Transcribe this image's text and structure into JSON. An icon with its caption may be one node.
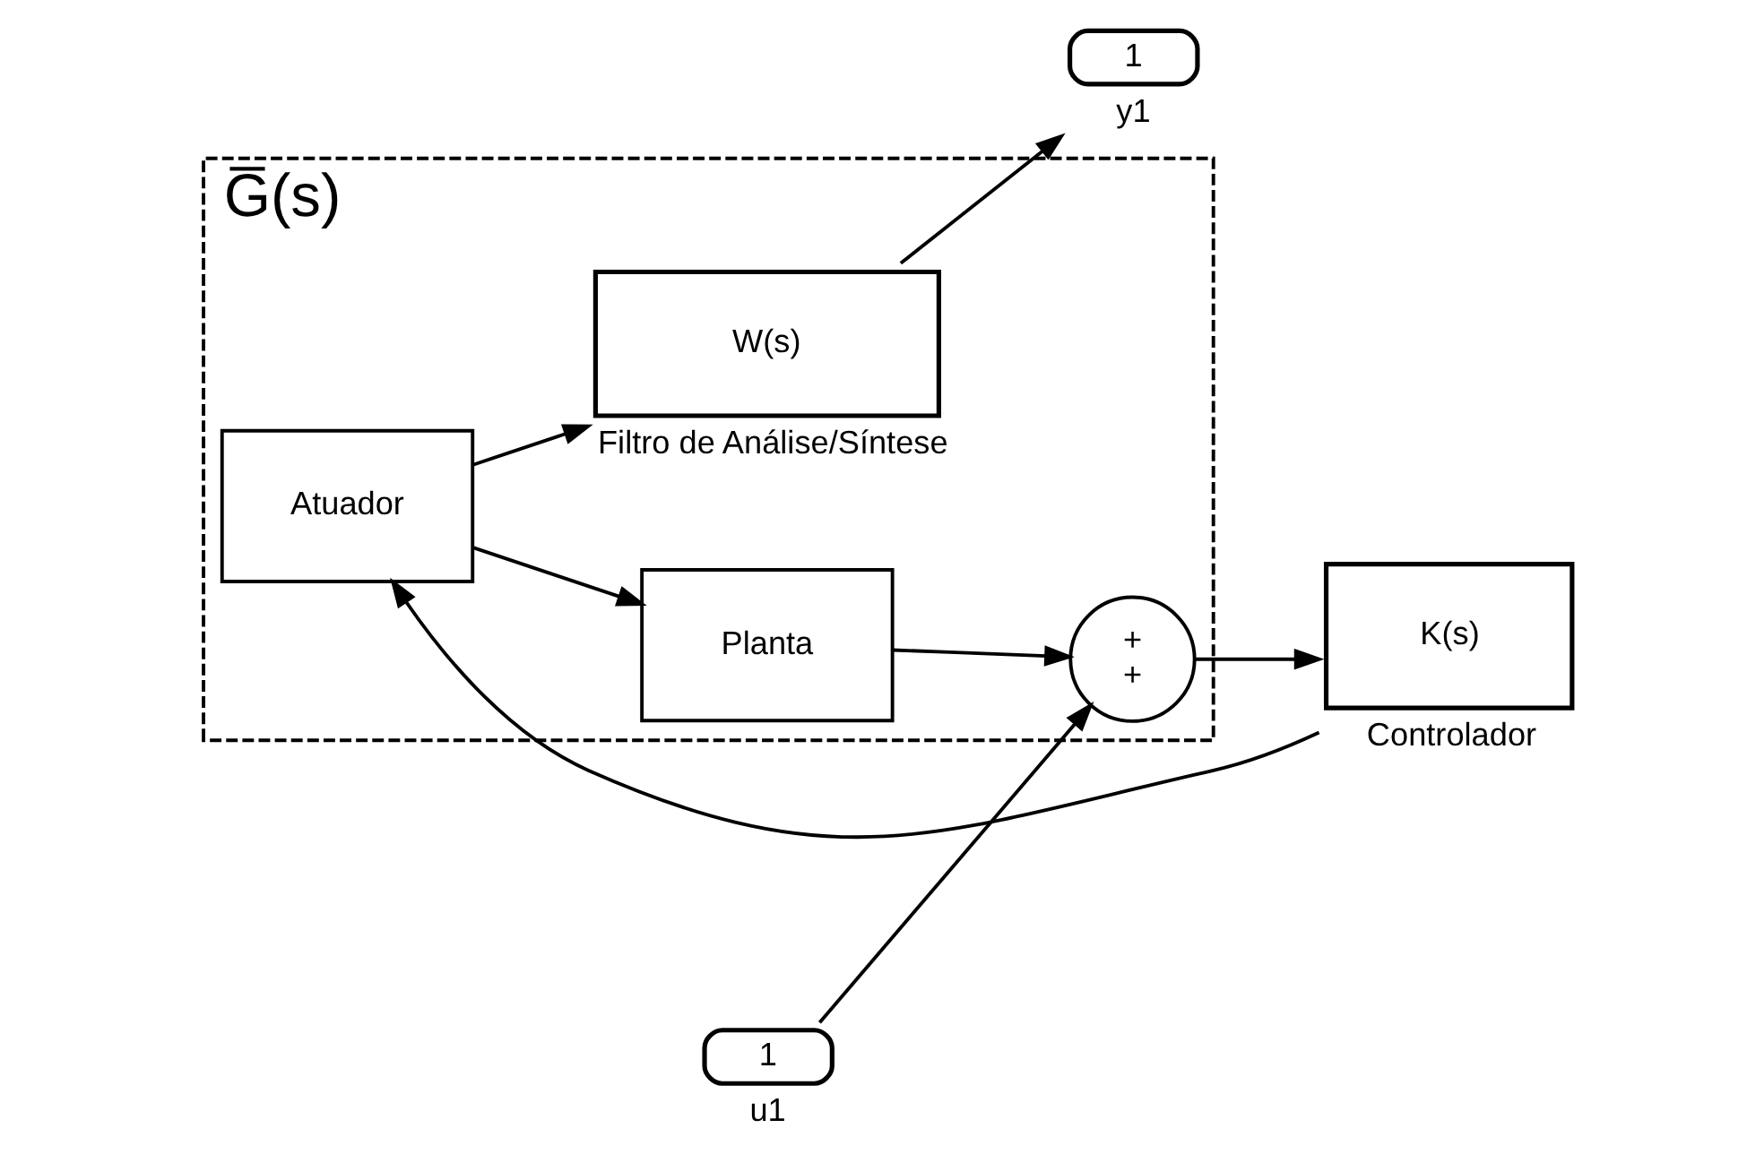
{
  "diagram": {
    "nodes": [
      {
        "text": [
          "G̅(s)"
        ]
      },
      {
        "text": [
          "Atuador"
        ],
        "in": 0
      },
      {
        "text": [
          "W(s)"
        ],
        "in": 0,
        "beside": [
          "Filtro de Análise/Síntese"
        ]
      },
      {
        "text": [
          "Planta"
        ],
        "in": 0
      },
      {
        "text": [
          "+",
          "+"
        ],
        "in": 0
      },
      {
        "text": [
          "1"
        ],
        "beside": [
          "y1"
        ]
      },
      {
        "text": [
          "1"
        ],
        "beside": [
          "u1"
        ]
      },
      {
        "text": [
          "K(s)"
        ],
        "beside": [
          "Controlador"
        ]
      }
    ],
    "edges": [
      {
        "from": 1,
        "to": 2,
        "arrow": "to"
      },
      {
        "from": 1,
        "to": 3,
        "arrow": "to"
      },
      {
        "from": 2,
        "to": 5,
        "arrow": "to"
      },
      {
        "from": 3,
        "to": 4,
        "arrow": "to"
      },
      {
        "from": 6,
        "to": 4,
        "arrow": "to"
      },
      {
        "from": 4,
        "to": 7,
        "arrow": "to"
      },
      {
        "from": 7,
        "to": 1,
        "arrow": "to"
      }
    ]
  }
}
